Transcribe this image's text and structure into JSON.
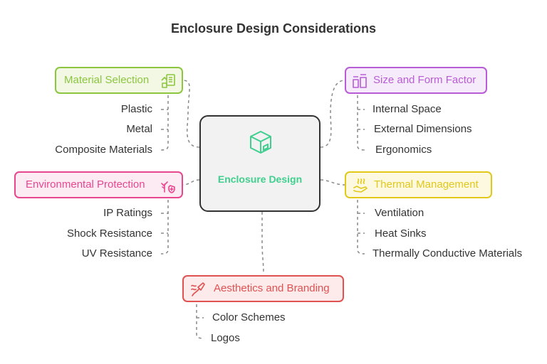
{
  "title": "Enclosure Design Considerations",
  "center": {
    "label": "Enclosure Design",
    "color": "#3fcf8e",
    "icon": "cube-icon"
  },
  "categories": {
    "material": {
      "label": "Material Selection",
      "color": "#8cc63f",
      "fill": "#f2f8e4",
      "icon": "material-book-icon",
      "items": [
        "Plastic",
        "Metal",
        "Composite Materials"
      ]
    },
    "size": {
      "label": "Size and Form Factor",
      "color": "#b85cd6",
      "fill": "#f6ebfa",
      "icon": "resize-shapes-icon",
      "items": [
        "Internal Space",
        "External Dimensions",
        "Ergonomics"
      ]
    },
    "environmental": {
      "label": "Environmental Protection",
      "color": "#e8478f",
      "fill": "#fdebf3",
      "icon": "plant-shield-icon",
      "items": [
        "IP Ratings",
        "Shock Resistance",
        "UV Resistance"
      ]
    },
    "thermal": {
      "label": "Thermal Management",
      "color": "#e2c81a",
      "fill": "#fdf9e0",
      "icon": "heat-hand-icon",
      "items": [
        "Ventilation",
        "Heat Sinks",
        "Thermally Conductive Materials"
      ]
    },
    "aesthetics": {
      "label": "Aesthetics and Branding",
      "color": "#e05252",
      "fill": "#fdeaea",
      "icon": "paint-brush-icon",
      "items": [
        "Color Schemes",
        "Logos"
      ]
    }
  }
}
